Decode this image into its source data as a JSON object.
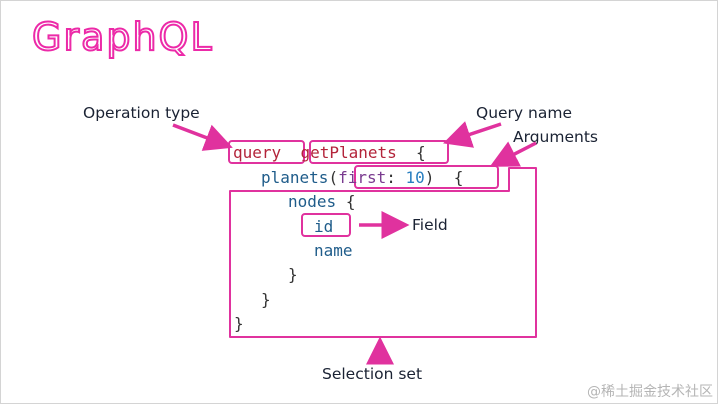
{
  "title": "GraphQL",
  "labels": {
    "operation_type": "Operation type",
    "query_name": "Query name",
    "arguments": "Arguments",
    "field": "Field",
    "selection_set": "Selection set"
  },
  "code": {
    "query_kw": "query",
    "query_name": "getPlanets",
    "open_brace_1": "{",
    "planets": "planets",
    "paren_open": "(",
    "arg_name": "first",
    "arg_colon": ":",
    "arg_value": "10",
    "paren_close": ")",
    "open_brace_2": "{",
    "nodes": "nodes",
    "open_brace_3": "{",
    "id": "id",
    "name": "name",
    "close_brace_3": "}",
    "close_brace_2": "}",
    "close_brace_1": "}"
  },
  "watermark": "@稀土掘金技术社区",
  "colors": {
    "accent": "#e0329e",
    "title": "#f233b4",
    "keyword": "#b3243a",
    "identifier": "#1f5c8a",
    "argument": "#7a3b8f",
    "number": "#2a7fc0"
  }
}
